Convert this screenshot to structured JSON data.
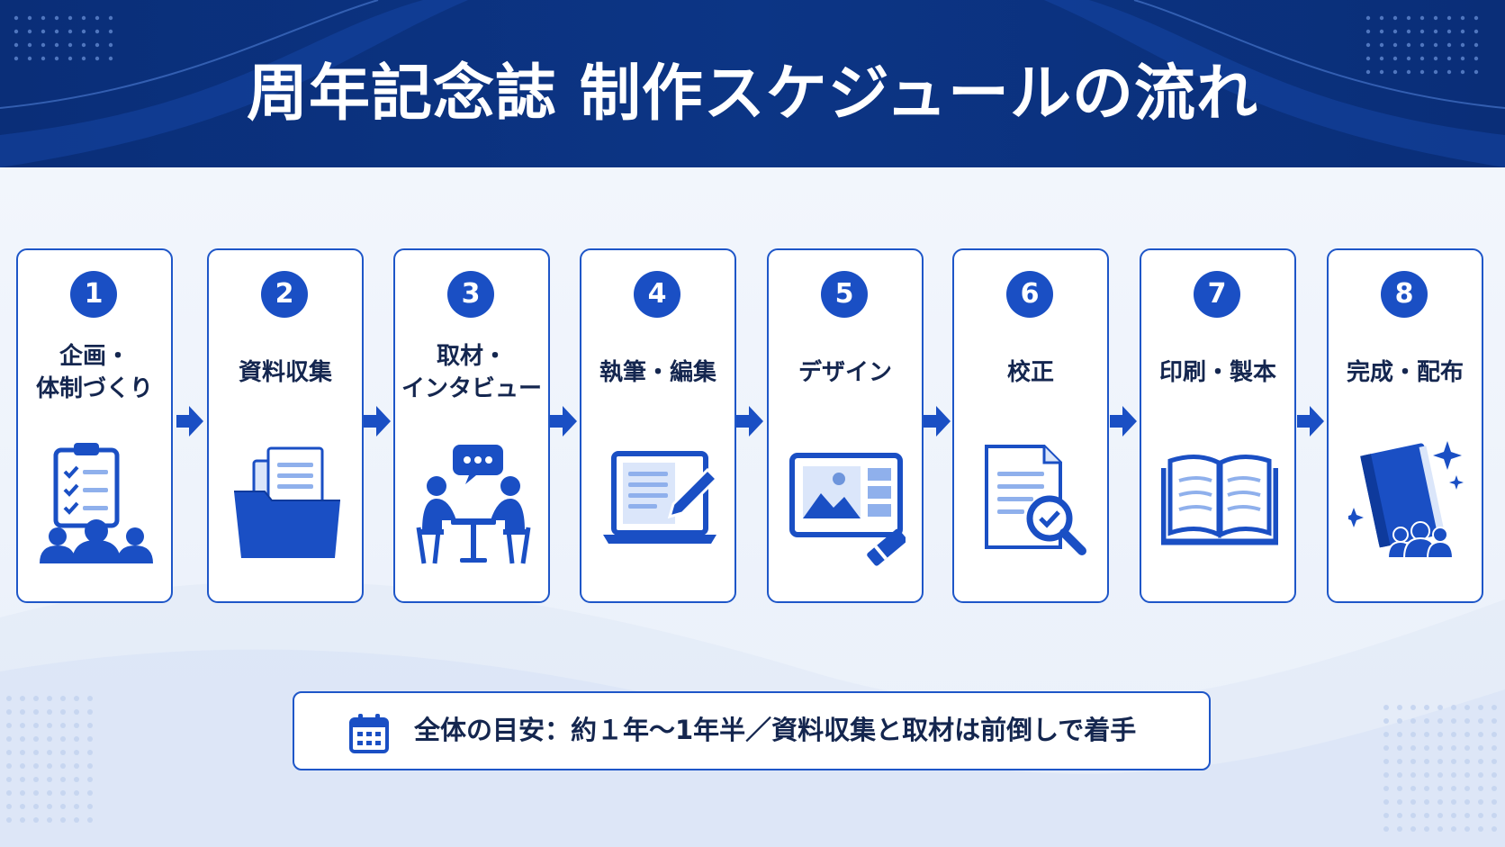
{
  "header": {
    "title": "周年記念誌 制作スケジュールの流れ"
  },
  "steps": [
    {
      "number": "1",
      "label": "企画・\n体制づくり",
      "icon": "planning-team-icon"
    },
    {
      "number": "2",
      "label": "資料収集",
      "icon": "folder-documents-icon"
    },
    {
      "number": "3",
      "label": "取材・\nインタビュー",
      "icon": "interview-icon"
    },
    {
      "number": "4",
      "label": "執筆・編集",
      "icon": "laptop-writing-icon"
    },
    {
      "number": "5",
      "label": "デザイン",
      "icon": "design-layout-icon"
    },
    {
      "number": "6",
      "label": "校正",
      "icon": "proofreading-icon"
    },
    {
      "number": "7",
      "label": "印刷・製本",
      "icon": "open-book-icon"
    },
    {
      "number": "8",
      "label": "完成・配布",
      "icon": "finished-book-icon"
    }
  ],
  "footer": {
    "icon": "calendar-icon",
    "text": "全体の目安：約１年〜1年半／資料収集と取材は前倒しで着手"
  },
  "colors": {
    "header_bg": "#0c3585",
    "accent": "#1a4fc4",
    "light_accent": "#8fb0ec",
    "text": "#14264f"
  }
}
